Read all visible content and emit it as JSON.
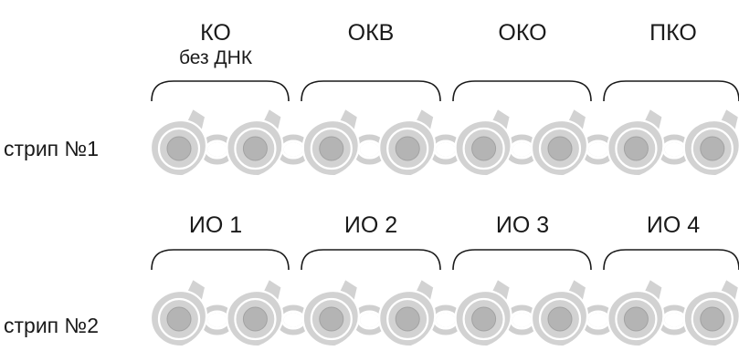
{
  "strips": [
    {
      "label": "стрип №1",
      "tubes": 8,
      "groups": [
        {
          "label": "КО",
          "sublabel": "без ДНК"
        },
        {
          "label": "ОКВ"
        },
        {
          "label": "ОКО"
        },
        {
          "label": "ПКО"
        }
      ]
    },
    {
      "label": "стрип №2",
      "tubes": 8,
      "groups": [
        {
          "label": "ИО 1"
        },
        {
          "label": "ИО 2"
        },
        {
          "label": "ИО 3"
        },
        {
          "label": "ИО 4"
        }
      ]
    }
  ],
  "colors": {
    "tube": "#d2d2d2",
    "well": "#b4b4b4",
    "text": "#1a1a1a"
  }
}
